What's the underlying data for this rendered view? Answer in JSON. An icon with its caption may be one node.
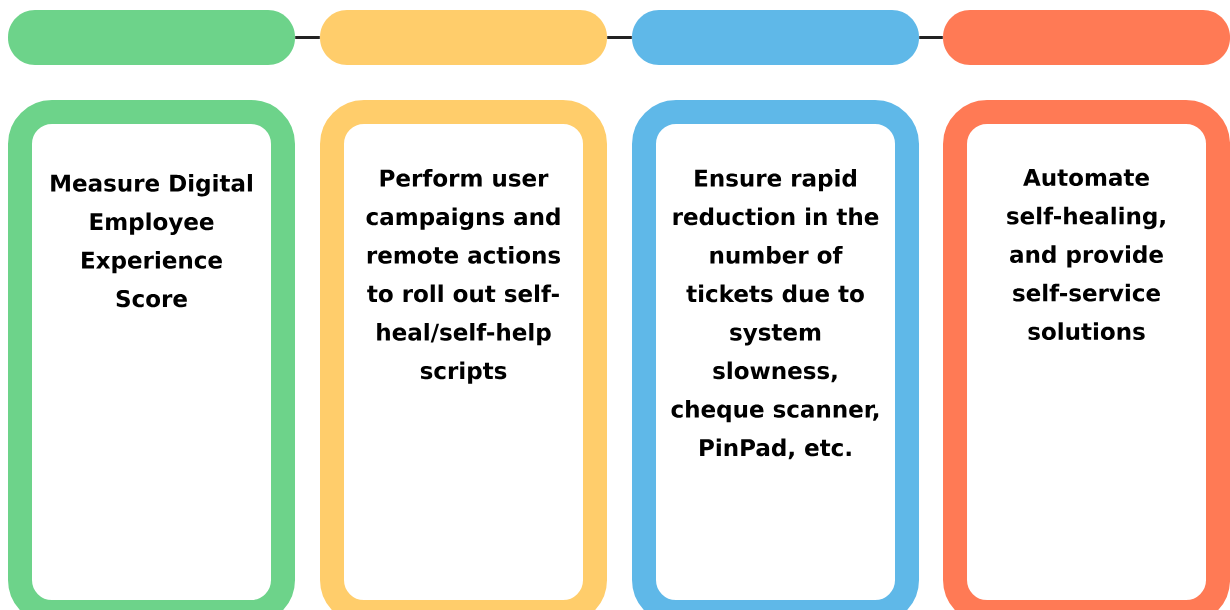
{
  "diagram": {
    "nodes": [
      {
        "text": [],
        "shape": "bar"
      },
      {
        "text": [],
        "shape": "bar"
      },
      {
        "text": [],
        "shape": "bar"
      },
      {
        "text": [],
        "shape": "bar"
      },
      {
        "text": [
          "Measure Digital Employee Experience Score"
        ]
      },
      {
        "text": [
          "Perform user campaigns and remote actions to roll out self-heal/self-help scripts"
        ]
      },
      {
        "text": [
          "Ensure rapid reduction in the number of tickets due to system slowness, cheque scanner, PinPad, etc."
        ]
      },
      {
        "text": [
          "Automate self-healing, and provide self-service solutions"
        ]
      }
    ],
    "edges": [
      {
        "from": 0,
        "to": 1,
        "arrow": "none"
      },
      {
        "from": 1,
        "to": 2,
        "arrow": "none"
      },
      {
        "from": 2,
        "to": 3,
        "arrow": "none"
      }
    ]
  }
}
